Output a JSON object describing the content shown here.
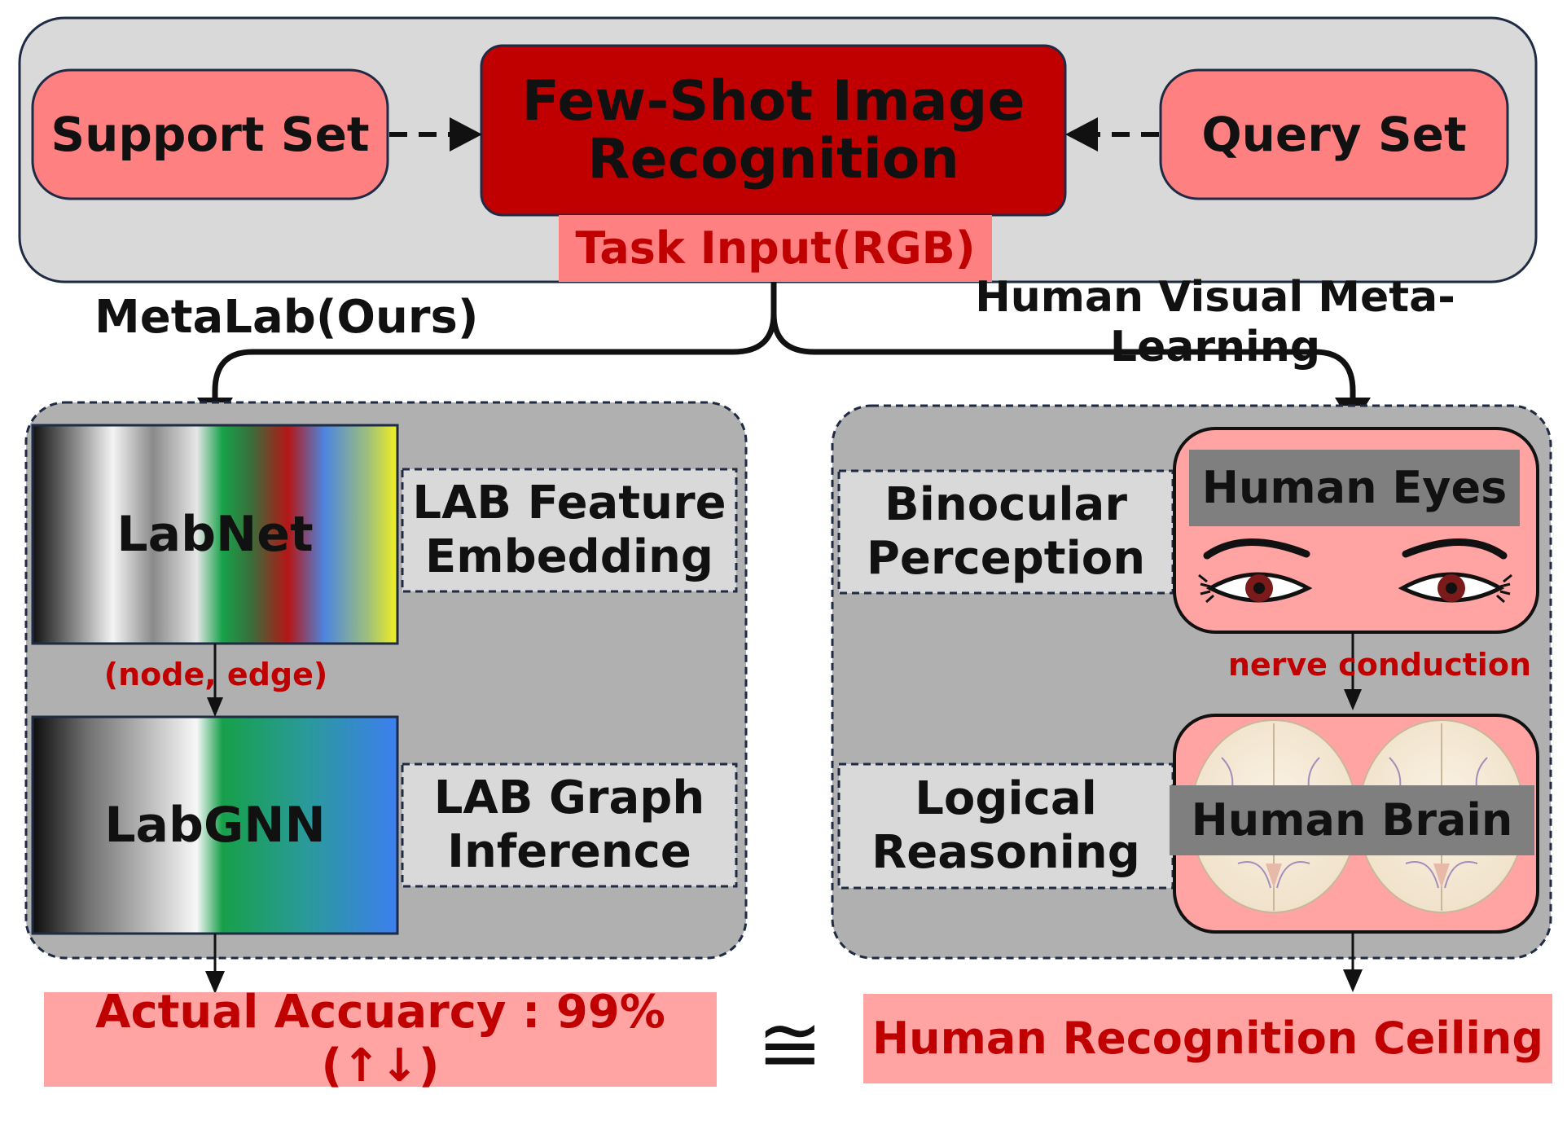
{
  "top": {
    "support_set": "Support Set",
    "task_title_line1": "Few-Shot Image",
    "task_title_line2": "Recognition",
    "query_set": "Query Set",
    "task_input": "Task Input(RGB)"
  },
  "branches": {
    "left_label": "MetaLab(Ours)",
    "right_label": "Human Visual Meta-Learning"
  },
  "left": {
    "labnet": "LabNet",
    "labgnn": "LabGNN",
    "edge_label": "(node, edge)",
    "feature_line1": "LAB Feature",
    "feature_line2": "Embedding",
    "graph_line1": "LAB Graph",
    "graph_line2": "Inference",
    "result": "Actual Accuarcy : 99%(↑↓)"
  },
  "right": {
    "eyes": "Human Eyes",
    "brain": "Human Brain",
    "nerve": "nerve conduction",
    "binocular_line1": "Binocular",
    "binocular_line2": "Perception",
    "logical_line1": "Logical",
    "logical_line2": "Reasoning",
    "result": "Human Recognition Ceiling"
  },
  "approx_symbol": "≅",
  "colors": {
    "dark_red": "#c00000",
    "salmon": "#ff8080",
    "light_pink": "#ffa3a3",
    "panel_gray": "#b0b0b0",
    "top_gray": "#d9d9d9",
    "navy": "#1f2a44"
  }
}
